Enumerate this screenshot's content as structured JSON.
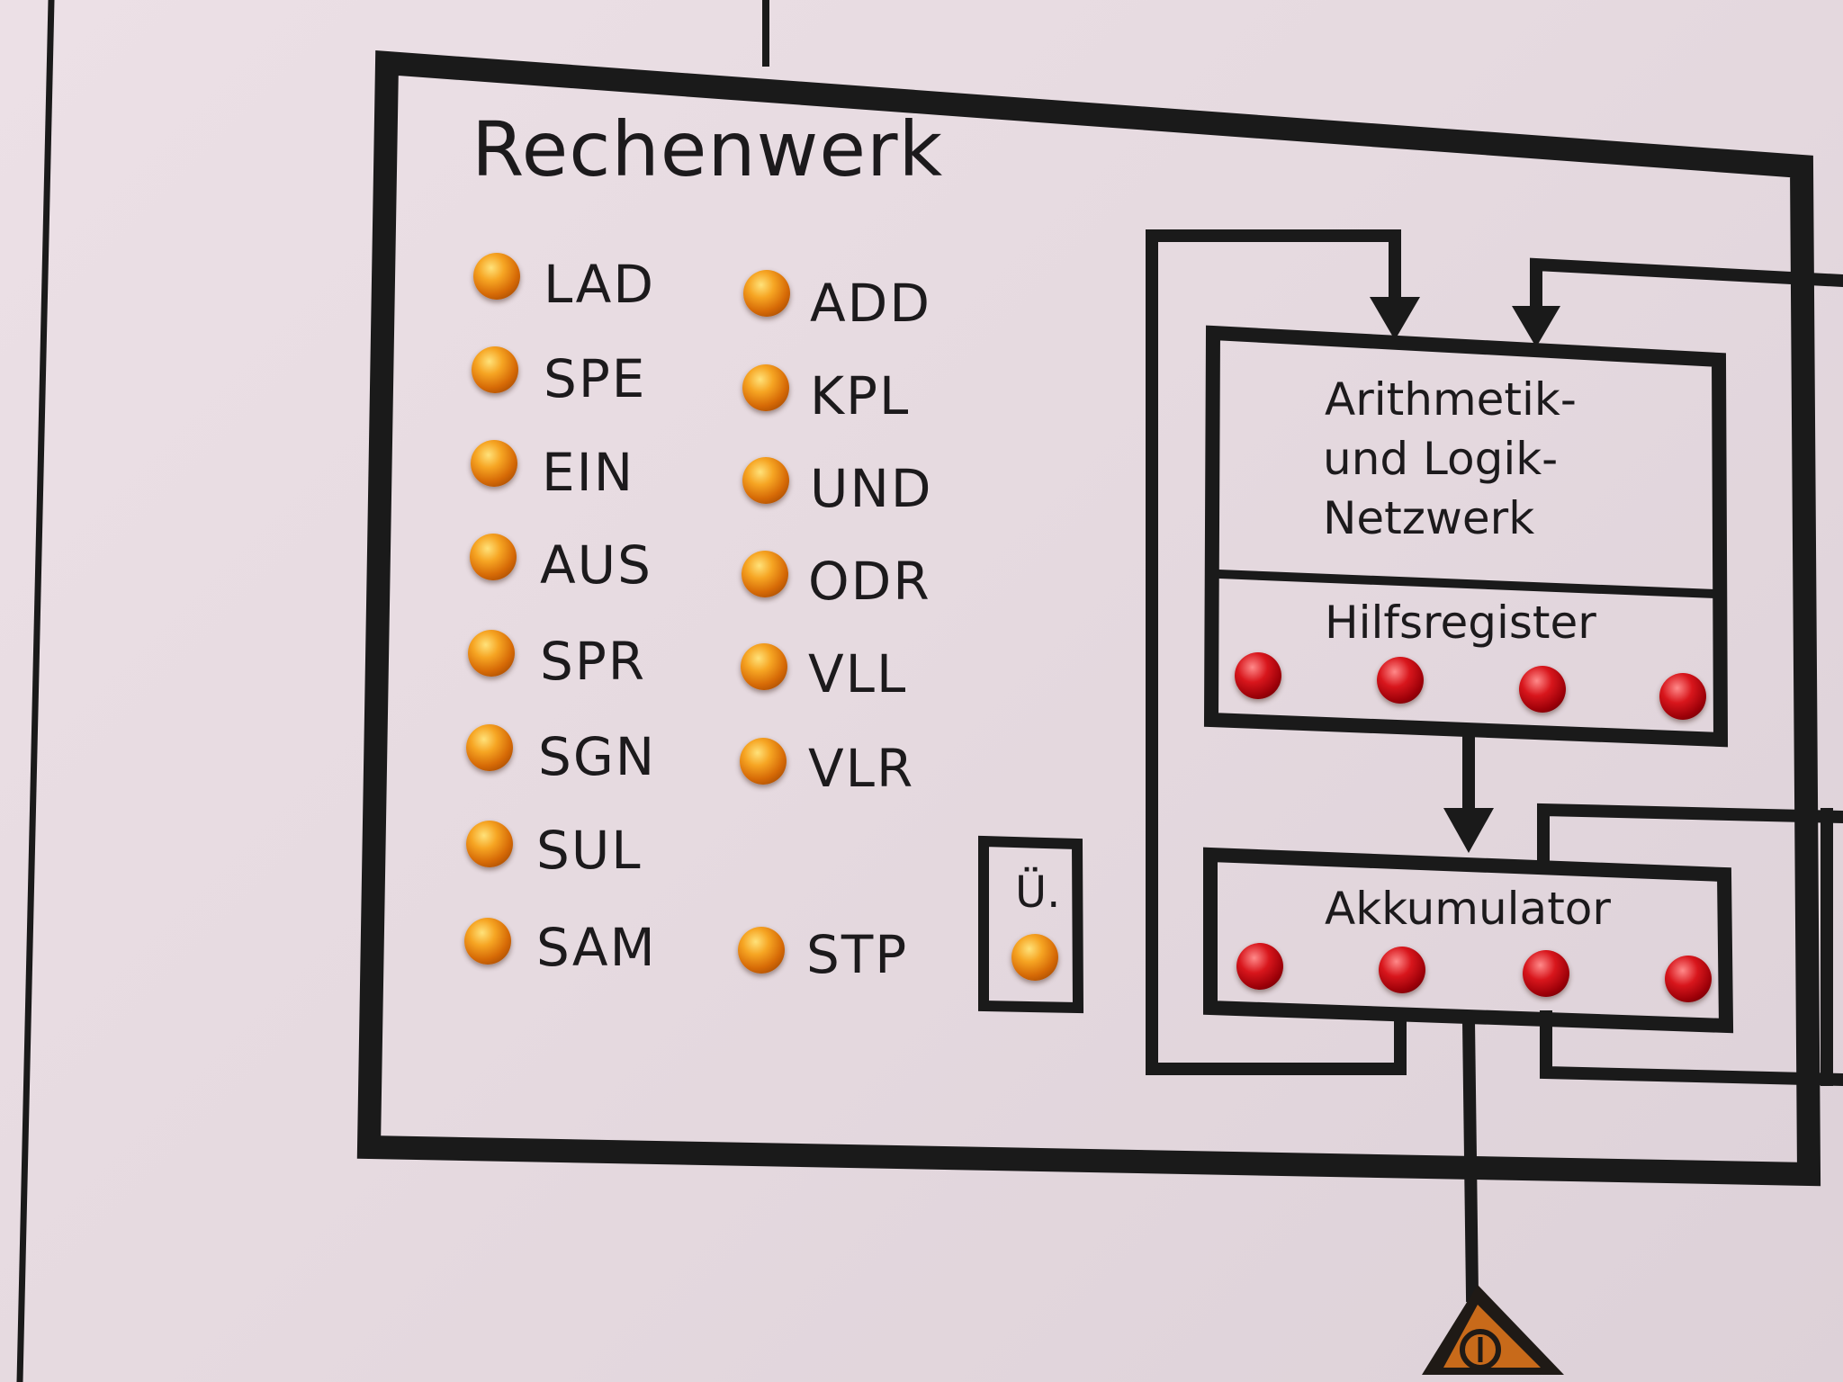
{
  "panel": {
    "title": "Rechenwerk",
    "led_color_instruction": "#e0830f",
    "led_color_register": "#c20c14",
    "line_color": "#1a1a1a",
    "instructions": [
      {
        "label": "LAD"
      },
      {
        "label": "SPE"
      },
      {
        "label": "EIN"
      },
      {
        "label": "AUS"
      },
      {
        "label": "SPR"
      },
      {
        "label": "SGN"
      },
      {
        "label": "SUL"
      },
      {
        "label": "SAM"
      },
      {
        "label": "ADD"
      },
      {
        "label": "KPL"
      },
      {
        "label": "UND"
      },
      {
        "label": "ODR"
      },
      {
        "label": "VLL"
      },
      {
        "label": "VLR"
      },
      {
        "label": "STP"
      }
    ],
    "overflow_flag": {
      "label": "Ü."
    }
  },
  "alu": {
    "line1": "Arithmetik-",
    "line2": "und Logik-",
    "line3": "Netzwerk",
    "register_label": "Hilfsregister",
    "register_leds": 4
  },
  "accumulator": {
    "label": "Akkumulator",
    "leds": 4
  },
  "warning_icon": "warning-triangle-icon"
}
